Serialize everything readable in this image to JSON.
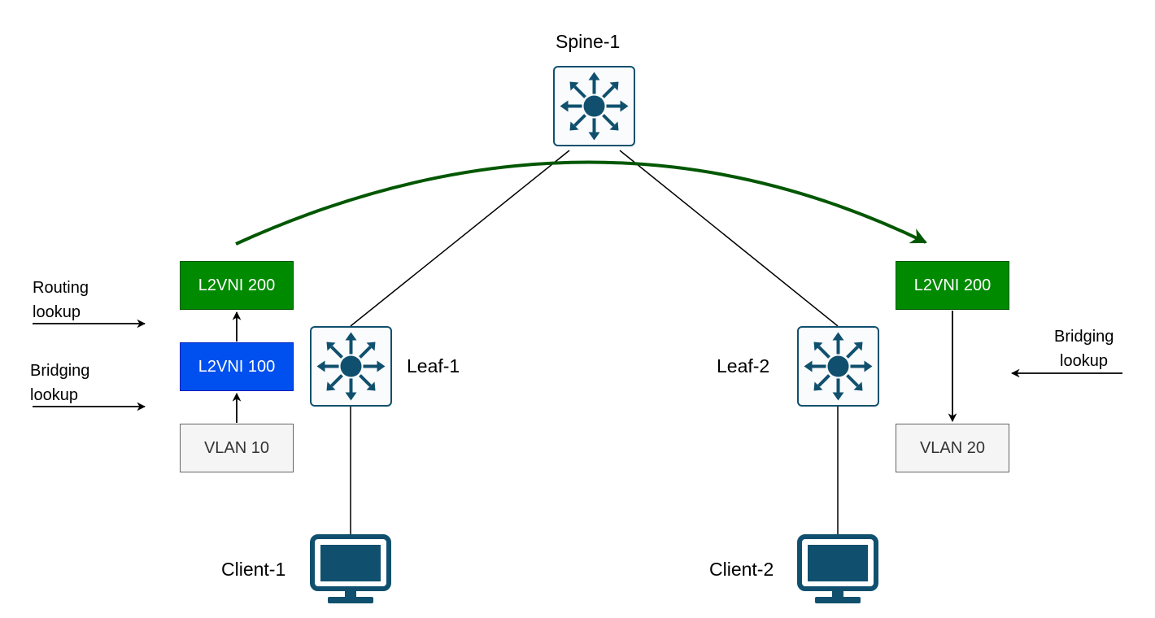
{
  "nodes": {
    "spine": {
      "label": "Spine-1",
      "icon": "network-switch-icon"
    },
    "leaf1": {
      "label": "Leaf-1",
      "icon": "network-switch-icon"
    },
    "leaf2": {
      "label": "Leaf-2",
      "icon": "network-switch-icon"
    },
    "client1": {
      "label": "Client-1",
      "icon": "desktop-monitor-icon"
    },
    "client2": {
      "label": "Client-2",
      "icon": "desktop-monitor-icon"
    }
  },
  "boxes": {
    "left_l2vni_200": {
      "label": "L2VNI 200",
      "color": "#008a00"
    },
    "left_l2vni_100": {
      "label": "L2VNI 100",
      "color": "#0050ef"
    },
    "left_vlan": {
      "label": "VLAN 10",
      "color": "#f5f5f5"
    },
    "right_l2vni_200": {
      "label": "L2VNI 200",
      "color": "#008a00"
    },
    "right_vlan": {
      "label": "VLAN 20",
      "color": "#f5f5f5"
    }
  },
  "annotations": {
    "left_routing": {
      "line1": "Routing",
      "line2": "lookup"
    },
    "left_bridging": {
      "line1": "Bridging",
      "line2": "lookup"
    },
    "right_bridging": {
      "line1": "Bridging",
      "line2": "lookup"
    }
  },
  "colors": {
    "device_fill": "#f9fbfc",
    "device_stroke": "#10506e",
    "icon": "#10506e",
    "overlay_arc": "#005700"
  }
}
